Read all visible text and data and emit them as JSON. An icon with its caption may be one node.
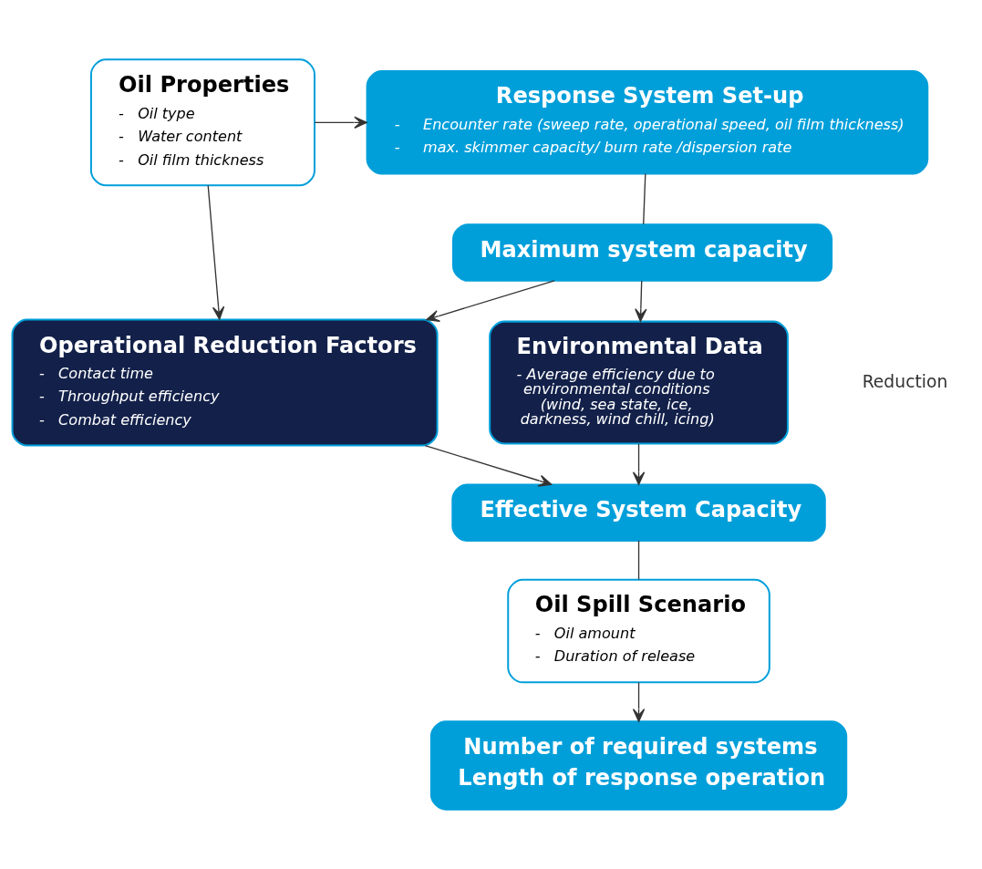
{
  "diagram": {
    "nodes": [
      {
        "text": [
          "Response System Set-up",
          "-     Encounter rate (sweep rate, operational speed, oil film thickness)",
          "-     max. skimmer capacity/ burn rate /dispersion rate"
        ]
      },
      {
        "text": [
          "Maximum system capacity"
        ]
      },
      {
        "text": [
          "Oil Properties",
          "-   Oil type",
          "-   Water content",
          "-   Oil film thickness"
        ]
      },
      {
        "text": [
          "Operational Reduction Factors",
          "-   Contact time",
          "-   Throughput efficiency",
          "-   Combat efficiency"
        ]
      },
      {
        "text": [
          "Environmental Data",
          "- Average efficiency due to environmental conditions (wind, sea state, ice, darkness, wind chill, icing)"
        ]
      },
      {
        "text": [
          "Effective System Capacity"
        ]
      },
      {
        "text": [
          "Oil Spill Scenario",
          "-   Oil amount",
          "-   Duration of release"
        ]
      },
      {
        "text": [
          "Number of required systems",
          "Length of response operation"
        ]
      }
    ],
    "edges": [
      {
        "from": 0,
        "to": 1,
        "arrow": "none"
      },
      {
        "from": 2,
        "to": 0,
        "arrow": "to"
      },
      {
        "from": 2,
        "to": 3,
        "arrow": "to"
      },
      {
        "from": 1,
        "to": 3,
        "arrow": "to"
      },
      {
        "from": 1,
        "to": 4,
        "arrow": "to"
      },
      {
        "from": 3,
        "to": 5,
        "arrow": "to"
      },
      {
        "from": 4,
        "to": 5,
        "arrow": "to"
      },
      {
        "from": 5,
        "to": 6,
        "arrow": "none"
      },
      {
        "from": 6,
        "to": 7,
        "arrow": "to"
      }
    ],
    "labels": [
      "Reduction"
    ]
  }
}
